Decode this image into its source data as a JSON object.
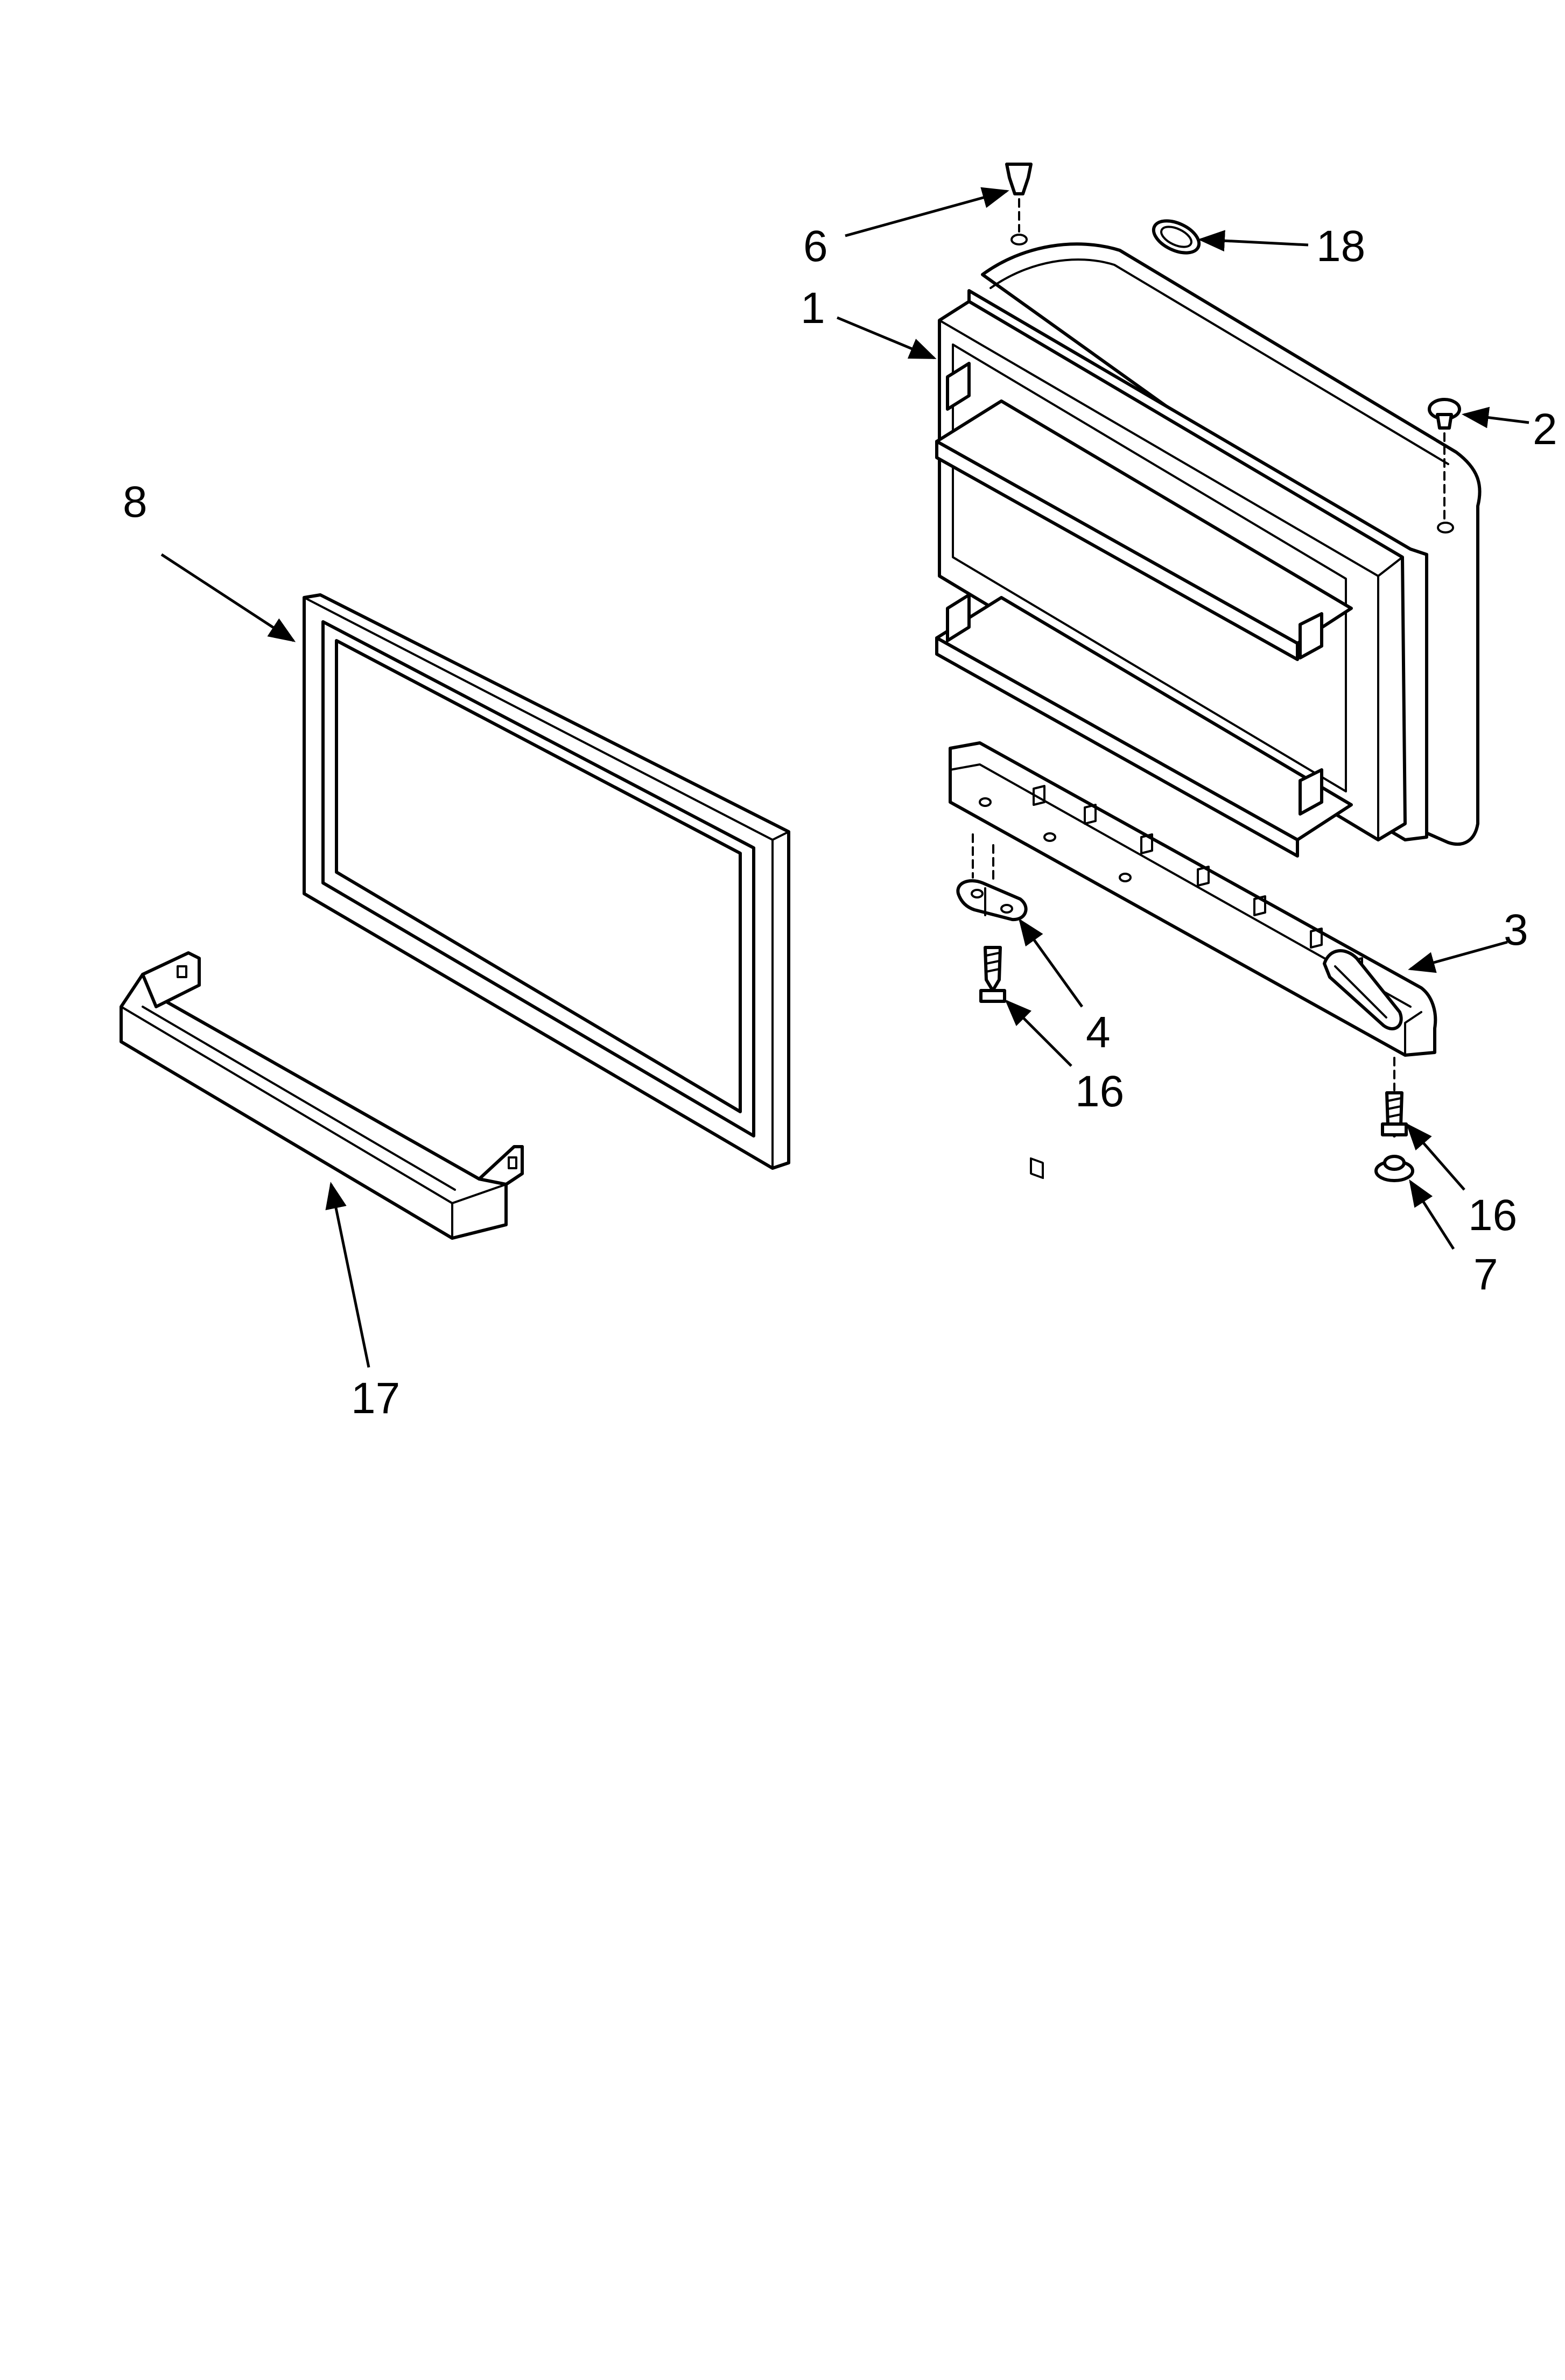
{
  "diagram": {
    "callouts": [
      {
        "id": "c6",
        "text": "6"
      },
      {
        "id": "c18",
        "text": "18"
      },
      {
        "id": "c1",
        "text": "1"
      },
      {
        "id": "c2",
        "text": "2"
      },
      {
        "id": "c8",
        "text": "8"
      },
      {
        "id": "c3",
        "text": "3"
      },
      {
        "id": "c4",
        "text": "4"
      },
      {
        "id": "c16a",
        "text": "16"
      },
      {
        "id": "c16b",
        "text": "16"
      },
      {
        "id": "c7",
        "text": "7"
      },
      {
        "id": "c17",
        "text": "17"
      }
    ]
  }
}
